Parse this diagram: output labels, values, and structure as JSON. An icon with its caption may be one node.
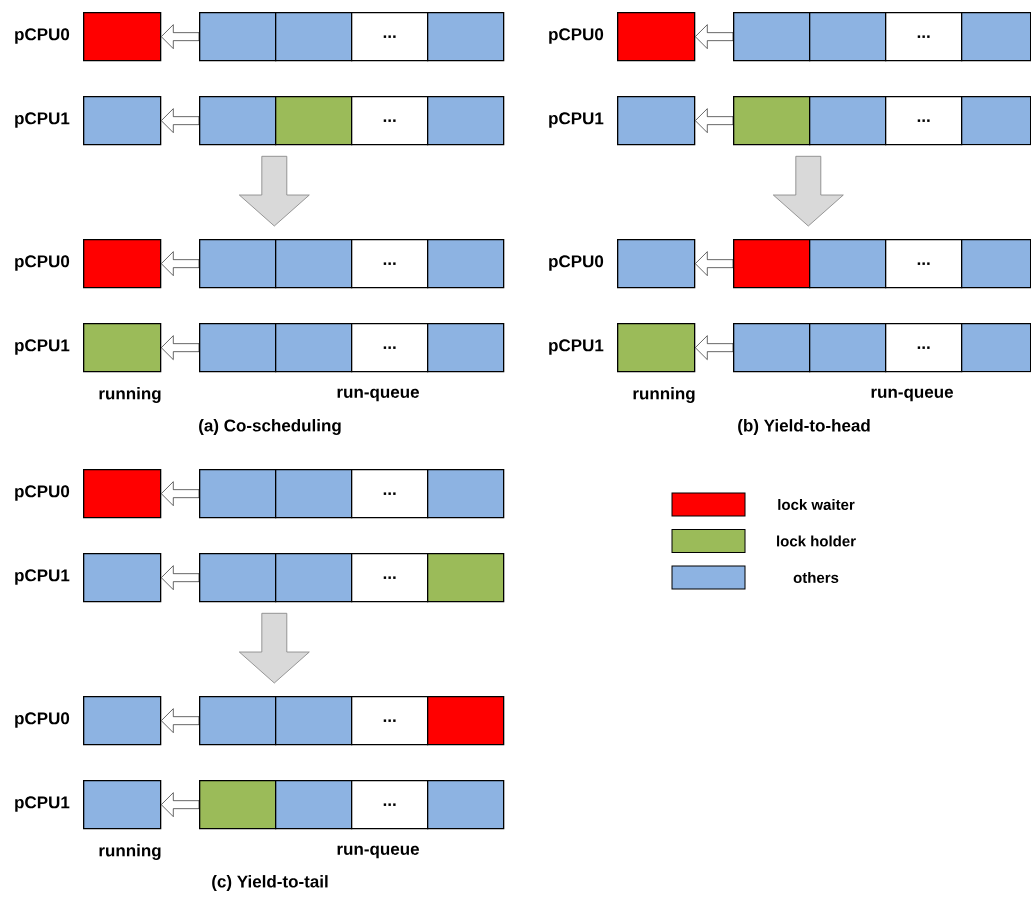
{
  "diagram": {
    "nodes": [
      {
        "text": [],
        "shape": "box",
        "beside": [
          "pCPU0"
        ]
      },
      {
        "text": [],
        "shape": "box"
      },
      {
        "text": [],
        "shape": "box"
      },
      {
        "text": [
          "..."
        ]
      },
      {
        "text": [],
        "shape": "box"
      },
      {
        "text": [],
        "shape": "box",
        "beside": [
          "pCPU1"
        ]
      },
      {
        "text": [],
        "shape": "box"
      },
      {
        "text": [],
        "shape": "box"
      },
      {
        "text": [
          "..."
        ]
      },
      {
        "text": [],
        "shape": "box"
      },
      {
        "text": [],
        "shape": "box",
        "beside": [
          "pCPU0"
        ]
      },
      {
        "text": [],
        "shape": "box"
      },
      {
        "text": [],
        "shape": "box"
      },
      {
        "text": [
          "..."
        ]
      },
      {
        "text": [],
        "shape": "box"
      },
      {
        "text": [],
        "shape": "box",
        "beside": [
          "pCPU1"
        ]
      },
      {
        "text": [],
        "shape": "box"
      },
      {
        "text": [],
        "shape": "box"
      },
      {
        "text": [
          "..."
        ]
      },
      {
        "text": [],
        "shape": "box"
      },
      {
        "text": [],
        "shape": "box",
        "beside": [
          "pCPU0"
        ]
      },
      {
        "text": [],
        "shape": "box"
      },
      {
        "text": [],
        "shape": "box"
      },
      {
        "text": [
          "..."
        ]
      },
      {
        "text": [],
        "shape": "box"
      },
      {
        "text": [],
        "shape": "box",
        "beside": [
          "pCPU1"
        ]
      },
      {
        "text": [],
        "shape": "box"
      },
      {
        "text": [],
        "shape": "box"
      },
      {
        "text": [
          "..."
        ]
      },
      {
        "text": [],
        "shape": "box"
      },
      {
        "text": [],
        "shape": "box",
        "beside": [
          "pCPU0"
        ]
      },
      {
        "text": [],
        "shape": "box"
      },
      {
        "text": [],
        "shape": "box"
      },
      {
        "text": [
          "..."
        ]
      },
      {
        "text": [],
        "shape": "box"
      },
      {
        "text": [],
        "shape": "box",
        "beside": [
          "pCPU1"
        ]
      },
      {
        "text": [],
        "shape": "box"
      },
      {
        "text": [],
        "shape": "box"
      },
      {
        "text": [
          "..."
        ]
      },
      {
        "text": [],
        "shape": "box"
      },
      {
        "text": [],
        "shape": "box",
        "beside": [
          "pCPU0"
        ]
      },
      {
        "text": [],
        "shape": "box"
      },
      {
        "text": [],
        "shape": "box"
      },
      {
        "text": [
          "..."
        ]
      },
      {
        "text": [],
        "shape": "box"
      },
      {
        "text": [],
        "shape": "box",
        "beside": [
          "pCPU1"
        ]
      },
      {
        "text": [],
        "shape": "box"
      },
      {
        "text": [],
        "shape": "box"
      },
      {
        "text": [
          "..."
        ]
      },
      {
        "text": [],
        "shape": "box"
      },
      {
        "text": [],
        "shape": "box",
        "beside": [
          "pCPU0"
        ]
      },
      {
        "text": [],
        "shape": "box"
      },
      {
        "text": [],
        "shape": "box"
      },
      {
        "text": [
          "..."
        ]
      },
      {
        "text": [],
        "shape": "box"
      },
      {
        "text": [],
        "shape": "box",
        "beside": [
          "pCPU1"
        ]
      },
      {
        "text": [],
        "shape": "box"
      },
      {
        "text": [],
        "shape": "box"
      },
      {
        "text": [
          "..."
        ]
      },
      {
        "text": [],
        "shape": "box"
      }
    ],
    "edges": [
      {
        "from": 1,
        "to": 0,
        "arrow": "to"
      },
      {
        "from": 6,
        "to": 5,
        "arrow": "to"
      },
      {
        "from": 11,
        "to": 10,
        "arrow": "to"
      },
      {
        "from": 16,
        "to": 15,
        "arrow": "to"
      },
      {
        "from": 21,
        "to": 20,
        "arrow": "to"
      },
      {
        "from": 26,
        "to": 25,
        "arrow": "to"
      },
      {
        "from": 31,
        "to": 30,
        "arrow": "to"
      },
      {
        "from": 36,
        "to": 35,
        "arrow": "to"
      },
      {
        "from": 41,
        "to": 40,
        "arrow": "to"
      },
      {
        "from": 46,
        "to": 45,
        "arrow": "to"
      },
      {
        "from": 51,
        "to": 50,
        "arrow": "to"
      },
      {
        "from": 56,
        "to": 55,
        "arrow": "to"
      },
      {
        "from": 6,
        "to": 11,
        "arrow": "to",
        "style": "thick",
        "color": "#d9d9d9"
      },
      {
        "from": 26,
        "to": 31,
        "arrow": "to",
        "style": "thick",
        "color": "#d9d9d9"
      },
      {
        "from": 46,
        "to": 51,
        "arrow": "to",
        "style": "thick",
        "color": "#d9d9d9"
      }
    ],
    "labels": [
      "running",
      "run-queue",
      "(a)  Co-scheduling",
      "running",
      "run-queue",
      "(b)  Yield-to-head",
      "running",
      "run-queue",
      "(c)  Yield-to-tail"
    ],
    "legend": [
      {
        "text": "lock waiter",
        "color": "#ff0000"
      },
      {
        "text": "lock holder",
        "color": "#9bbb59"
      },
      {
        "text": "others",
        "color": "#8db3e2"
      }
    ]
  }
}
